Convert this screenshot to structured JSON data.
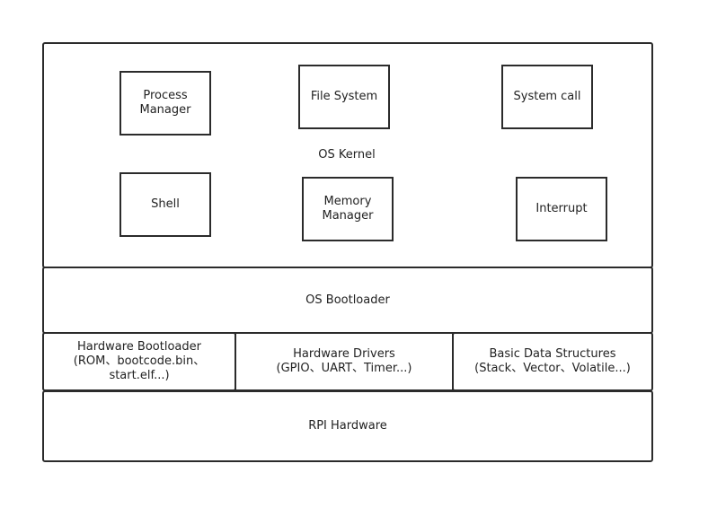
{
  "diagram": {
    "kernel": {
      "label": "OS Kernel",
      "modules": {
        "process_manager": "Process\nManager",
        "file_system": "File System",
        "system_call": "System call",
        "shell": "Shell",
        "memory_manager": "Memory\nManager",
        "interrupt": "Interrupt"
      }
    },
    "os_bootloader": "OS Bootloader",
    "hardware_bootloader": "Hardware Bootloader\n(ROM、bootcode.bin、\nstart.elf...)",
    "hardware_drivers": "Hardware Drivers\n(GPIO、UART、Timer...)",
    "basic_data_structures": "Basic Data Structures\n(Stack、Vector、Volatile...)",
    "rpi_hardware": "RPI Hardware"
  }
}
